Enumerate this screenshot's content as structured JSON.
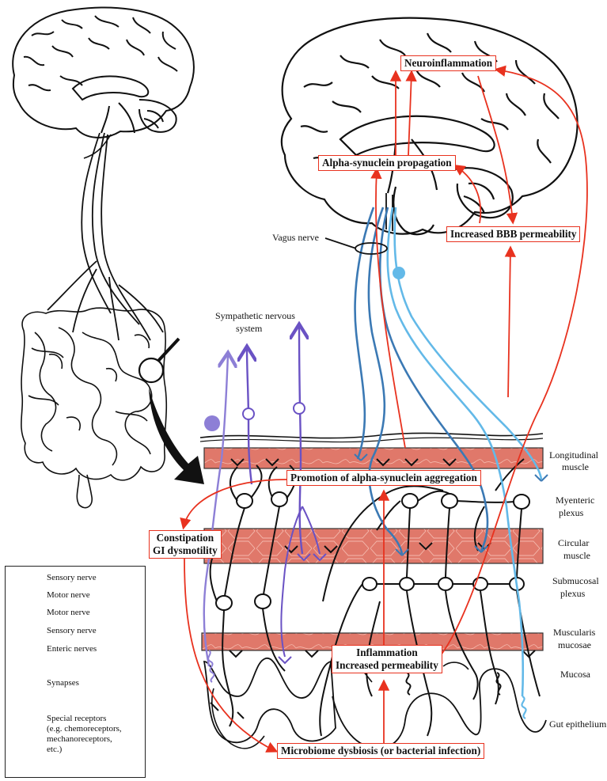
{
  "labels": {
    "neuroinflammation": "Neuroinflammation",
    "alpha_propagation": "Alpha-synuclein propagation",
    "bbb": "Increased BBB permeability",
    "vagus": "Vagus nerve",
    "sympathetic_1": "Sympathetic nervous",
    "sympathetic_2": "system",
    "promotion": "Promotion of alpha-synuclein aggregation",
    "constipation_1": "Constipation",
    "constipation_2": "GI dysmotility",
    "inflammation_1": "Inflammation",
    "inflammation_2": "Increased permeability",
    "dysbiosis": "Microbiome dysbiosis (or bacterial infection)"
  },
  "layers": [
    {
      "line1": "Longitudinal",
      "line2": "muscle"
    },
    {
      "line1": "Myenteric",
      "line2": "plexus"
    },
    {
      "line1": "Circular",
      "line2": "muscle"
    },
    {
      "line1": "Submucosal",
      "line2": "plexus"
    },
    {
      "line1": "Muscularis",
      "line2": "mucosae"
    },
    {
      "line1": "Mucosa",
      "line2": ""
    },
    {
      "line1": "Gut epithelium",
      "line2": ""
    }
  ],
  "legend": {
    "sensory_purple": "Sensory nerve",
    "motor_purple": "Motor nerve",
    "motor_blue": "Motor nerve",
    "sensory_blue": "Sensory nerve",
    "enteric": "Enteric nerves",
    "synapses": "Synapses",
    "special_1": "Special receptors",
    "special_2": "(e.g. chemoreceptors,",
    "special_3": "mechanoreceptors,",
    "special_4": "etc.)"
  },
  "colors": {
    "red_arrow": "#e8321f",
    "muscle": "#e0786a",
    "light_purple": "#8d7fd6",
    "dark_purple": "#6a52c4",
    "dark_blue": "#3b79b4",
    "light_blue": "#63b9e8",
    "enteric": "#111111"
  }
}
